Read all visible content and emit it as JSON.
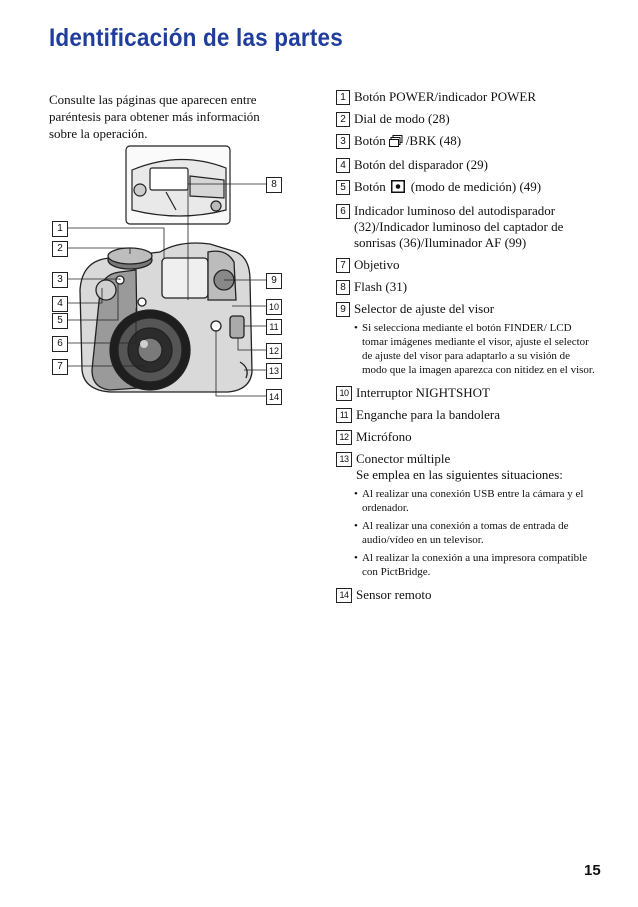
{
  "title": "Identificación de las partes",
  "intro": "Consulte las páginas que aparecen entre paréntesis para obtener más información sobre la operación.",
  "figure": {
    "callouts": [
      "1",
      "2",
      "3",
      "4",
      "5",
      "6",
      "7",
      "8",
      "9",
      "10",
      "11",
      "12",
      "13",
      "14"
    ]
  },
  "parts": [
    {
      "num": "1",
      "label": "Botón POWER/indicador POWER"
    },
    {
      "num": "2",
      "label": "Dial de modo (28)"
    },
    {
      "num": "3",
      "label_pre": "Botón",
      "icon": "burst-icon",
      "label_post": "/BRK (48)"
    },
    {
      "num": "4",
      "label": "Botón del disparador (29)"
    },
    {
      "num": "5",
      "label_pre": "Botón",
      "icon": "metering-icon",
      "label_post": "(modo de medición) (49)"
    },
    {
      "num": "6",
      "label": "Indicador luminoso del autodisparador (32)/Indicador luminoso del captador de sonrisas (36)/Iluminador AF (99)"
    },
    {
      "num": "7",
      "label": "Objetivo"
    },
    {
      "num": "8",
      "label": "Flash (31)"
    },
    {
      "num": "9",
      "label": "Selector de ajuste del visor",
      "bullets": [
        "Si selecciona mediante el botón FINDER/ LCD tomar imágenes mediante el visor, ajuste el selector de ajuste del visor para adaptarlo a su visión de modo que la imagen aparezca con nitidez en el visor."
      ]
    },
    {
      "num": "10",
      "label": "Interruptor NIGHTSHOT"
    },
    {
      "num": "11",
      "label": "Enganche para la bandolera"
    },
    {
      "num": "12",
      "label": "Micrófono"
    },
    {
      "num": "13",
      "label": "Conector múltiple",
      "sublabel": "Se emplea en las siguientes situaciones:",
      "bullets": [
        "Al realizar una conexión USB entre la cámara y el ordenador.",
        "Al realizar una conexión a tomas de entrada de audio/vídeo en un televisor.",
        "Al realizar la conexión a una impresora compatible con PictBridge."
      ]
    },
    {
      "num": "14",
      "label": "Sensor remoto"
    }
  ],
  "page_number": "15"
}
